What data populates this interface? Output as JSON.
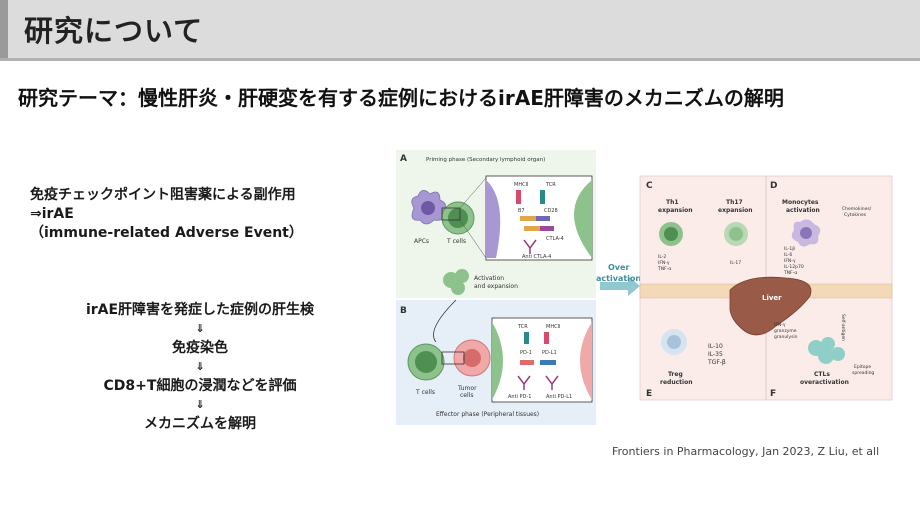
{
  "header": {
    "title": "研究について"
  },
  "theme": {
    "text": "研究テーマ：慢性肝炎・肝硬変を有する症例におけるirAE肝障害のメカニズムの解明"
  },
  "intro": {
    "line1": "免疫チェックポイント阻害薬による副作用",
    "line2": "⇒irAE",
    "line3": "（immune-related Adverse Event）"
  },
  "flow": {
    "steps": [
      "irAE肝障害を発症した症例の肝生検",
      "免疫染色",
      "CD8+T細胞の浸潤などを評価",
      "メカニズムを解明"
    ],
    "arrow": "⇓"
  },
  "figure": {
    "panel_a": {
      "letter": "A",
      "title": "Priming phase (Secondary lymphoid organ)",
      "apcs": "APCs",
      "tcells": "T cells",
      "mhcii": "MHCII",
      "tcr": "TCR",
      "cd28": "CD28",
      "b7": "B7",
      "ctla4": "CTLA-4",
      "anti_ctla4": "Anti CTLA-4",
      "activation_1": "Activation",
      "activation_2": "and expansion"
    },
    "panel_b": {
      "letter": "B",
      "tcells": "T cells",
      "tumor_1": "Tumor",
      "tumor_2": "cells",
      "tcr": "TCR",
      "mhcii": "MHCII",
      "pd1": "PD-1",
      "pdl1": "PD-L1",
      "anti_pd1": "Anti PD-1",
      "anti_pdl1": "Anti PD-L1",
      "footer": "Effector phase (Peripheral tissues)"
    },
    "over_activation_1": "Over",
    "over_activation_2": "activation",
    "panel_c": {
      "letter": "C",
      "th1_1": "Th1",
      "th1_2": "expansion",
      "th17_1": "Th17",
      "th17_2": "expansion",
      "cyt_1": "IL-2",
      "cyt_2": "IFN-γ",
      "cyt_3": "TNF-α",
      "il17": "IL-17"
    },
    "panel_d": {
      "letter": "D",
      "mono_1": "Monocytes",
      "mono_2": "activation",
      "chemo_1": "Chemokines/",
      "chemo_2": "Cytokines",
      "cyt_1": "IL-1β",
      "cyt_2": "IL-6",
      "cyt_3": "IFN-γ",
      "cyt_4": "IL-12p70",
      "cyt_5": "TNF-α"
    },
    "liver": "Liver",
    "self_antigen": "Self-antigen",
    "panel_e": {
      "letter": "E",
      "treg_1": "Treg",
      "treg_2": "reduction",
      "il10": "IL-10",
      "il35": "IL-35",
      "tgfb": "TGF-β"
    },
    "panel_f": {
      "letter": "F",
      "ifn_1": "IFN-γ",
      "ifn_2": "granzyme",
      "ifn_3": "granulysin",
      "ctl_1": "CTLs",
      "ctl_2": "overactivation",
      "epi_1": "Epitope",
      "epi_2": "spreading"
    }
  },
  "citation": "Frontiers in Pharmacology, Jan 2023, Z Liu, et all"
}
